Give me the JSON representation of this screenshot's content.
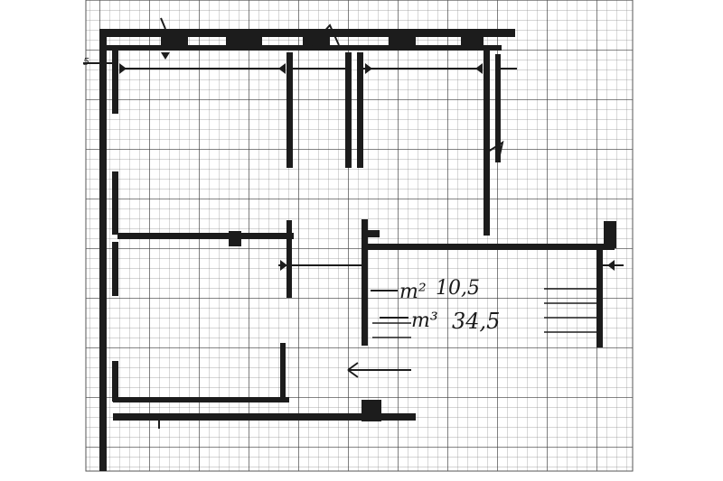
{
  "annotations": {
    "area_prefix": "m²",
    "area_value": "10,5",
    "volume_prefix": "m³",
    "volume_value": "34,5",
    "edge_mark": "5"
  },
  "icons": {
    "entry_arrow": "left-arrow-icon",
    "dimension_ticks": "dimension-tick-icon"
  }
}
